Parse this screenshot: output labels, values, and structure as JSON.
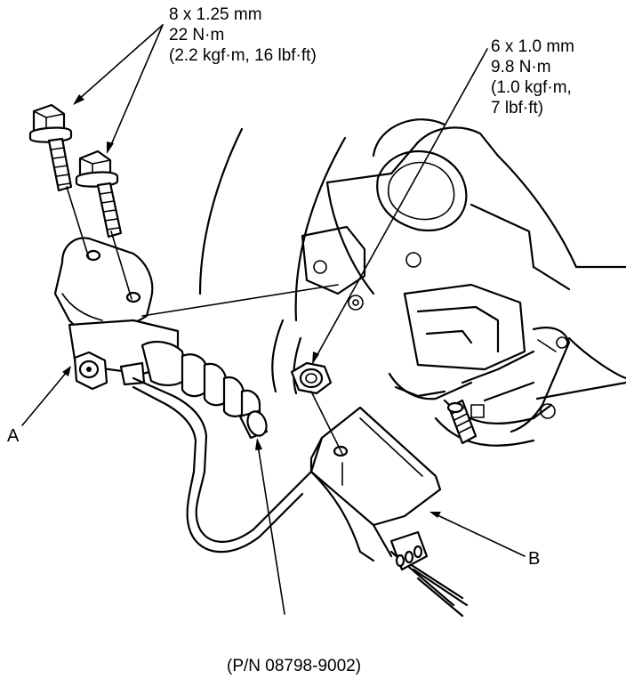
{
  "bolt_spec_large": {
    "line1": "8 x 1.25 mm",
    "line2": "22 N·m",
    "line3": "(2.2 kgf·m, 16 lbf·ft)"
  },
  "nut_spec_small": {
    "line1": "6 x 1.0 mm",
    "line2": "9.8 N·m",
    "line3": "(1.0 kgf·m,",
    "line4": "7 lbf·ft)"
  },
  "callouts": {
    "a": "A",
    "b": "B"
  },
  "part_number": "(P/N 08798-9002)"
}
